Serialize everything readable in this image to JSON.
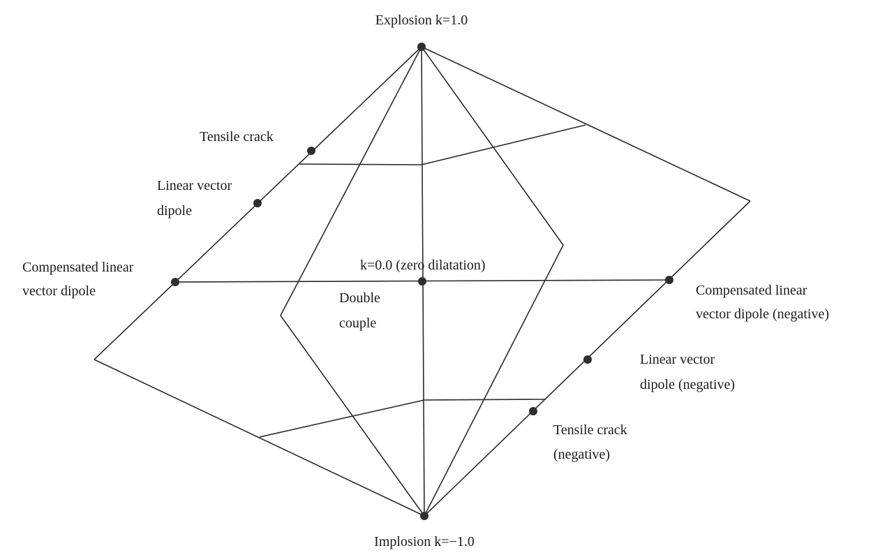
{
  "labels": {
    "explosion": "Explosion k=1.0",
    "implosion": "Implosion k=−1.0",
    "zero_dilatation": "k=0.0 (zero dilatation)",
    "double_couple": [
      "Double",
      "couple"
    ],
    "tensile_crack": "Tensile crack",
    "linear_vector_dipole": [
      "Linear vector",
      "dipole"
    ],
    "compensated_lvd": [
      "Compensated linear",
      "vector dipole"
    ],
    "compensated_lvd_negative": [
      "Compensated linear",
      "vector dipole (negative)"
    ],
    "linear_vector_dipole_negative": [
      "Linear vector",
      "dipole (negative)"
    ],
    "tensile_crack_negative": [
      "Tensile crack",
      "(negative)"
    ]
  },
  "colors": {
    "line": "#2a2a2a",
    "point": "#2e2e2e",
    "text": "#1c1c1c",
    "background": "#ffffff"
  }
}
